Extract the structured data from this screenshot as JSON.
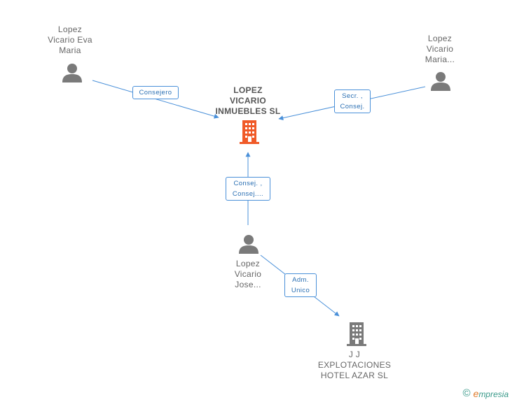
{
  "colors": {
    "edge": "#4a90d9",
    "main_company": "#f05a28",
    "person": "#7a7a7a",
    "company": "#7a7a7a"
  },
  "nodes": {
    "person_eva": {
      "lines": [
        "Lopez",
        "Vicario Eva",
        "Maria"
      ],
      "icon": "person-icon"
    },
    "person_maria": {
      "lines": [
        "Lopez",
        "Vicario",
        "Maria..."
      ],
      "icon": "person-icon"
    },
    "main_company": {
      "lines": [
        "LOPEZ",
        "VICARIO",
        "INMUEBLES SL"
      ],
      "icon": "building-icon"
    },
    "person_jose": {
      "lines": [
        "Lopez",
        "Vicario",
        "Jose..."
      ],
      "icon": "person-icon"
    },
    "company_hotel": {
      "lines": [
        "J J",
        "EXPLOTACIONES",
        "HOTEL AZAR SL"
      ],
      "icon": "building-icon"
    }
  },
  "edges": [
    {
      "from": "person_eva",
      "to": "main_company",
      "label": [
        "Consejero"
      ]
    },
    {
      "from": "person_maria",
      "to": "main_company",
      "label": [
        "Secr. ,",
        "Consej."
      ]
    },
    {
      "from": "person_jose",
      "to": "main_company",
      "label": [
        "Consej. ,",
        "Consej...."
      ]
    },
    {
      "from": "person_jose",
      "to": "company_hotel",
      "label": [
        "Adm.",
        "Unico"
      ]
    }
  ],
  "footer": {
    "copyright": "©",
    "brand_e": "e",
    "brand_rest": "mpresia"
  }
}
